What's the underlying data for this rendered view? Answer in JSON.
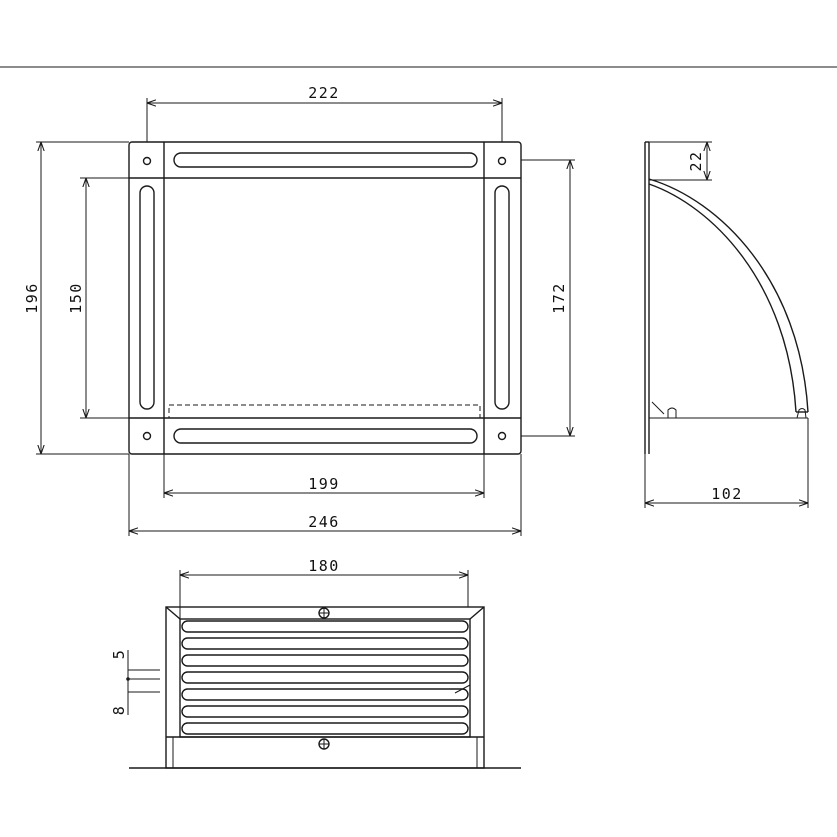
{
  "dimensions": {
    "front_top_width": "222",
    "front_total_height": "196",
    "front_inner_height": "150",
    "front_right_height": "172",
    "front_inner_width": "199",
    "front_total_width": "246",
    "side_top_offset": "22",
    "side_depth": "102",
    "bottom_width": "180",
    "louver_gap": "5",
    "louver_pitch": "8"
  },
  "colors": {
    "line": "#1a1a1a",
    "background": "#ffffff"
  }
}
